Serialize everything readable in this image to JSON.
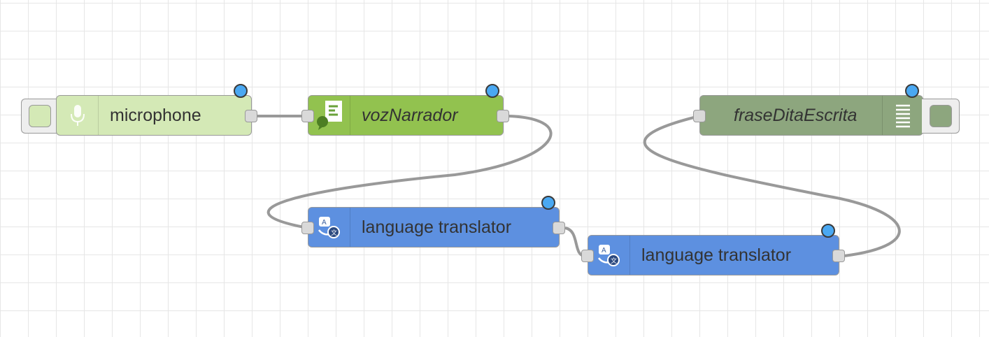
{
  "flow": {
    "nodes": {
      "microphone": {
        "label": "microphone",
        "icon": "microphone-icon",
        "color": "#d4e9b6"
      },
      "voz_narrador": {
        "label": "vozNarrador",
        "icon": "text-to-speech-icon",
        "color": "#92c24f"
      },
      "translator_1": {
        "label": "language translator",
        "icon": "translate-icon",
        "color": "#5d90e0"
      },
      "translator_2": {
        "label": "language translator",
        "icon": "translate-icon",
        "color": "#5d90e0"
      },
      "frase_dita_escrita": {
        "label": "fraseDitaEscrita",
        "icon": "list-icon",
        "color": "#8da67e"
      }
    },
    "colors": {
      "grid_line": "#e6e6e6",
      "wire": "#999999",
      "status_dot": "#4aa8f2",
      "port": "#d9d9d9"
    }
  }
}
